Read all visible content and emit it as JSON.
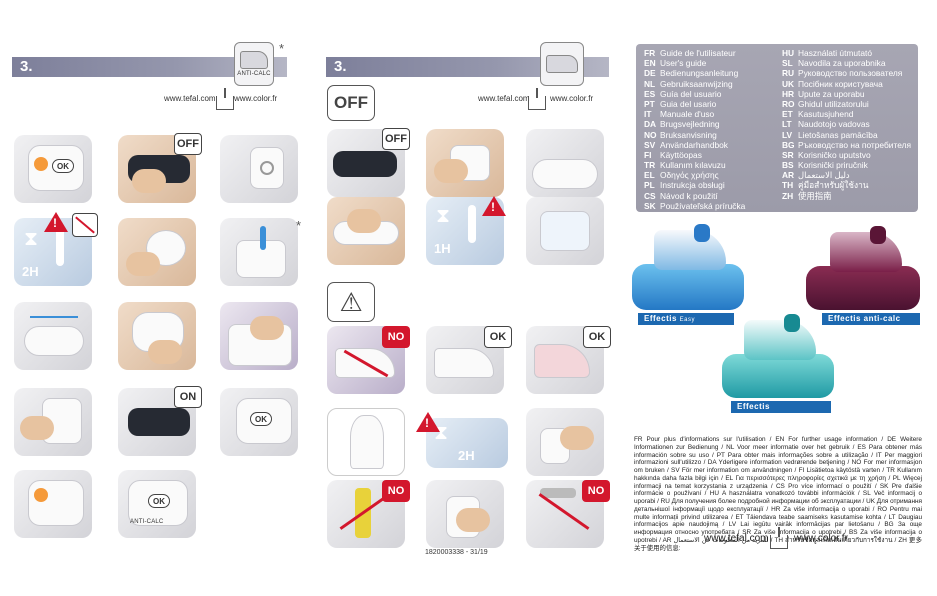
{
  "left_section": {
    "number": "3.",
    "icon_caption": "ANTI-CALC",
    "asterisk": "*",
    "links": [
      "www.tefal.com",
      "www.color.fr"
    ]
  },
  "middle_section": {
    "number": "3.",
    "links": [
      "www.tefal.com",
      "www.color.fr"
    ],
    "off_label": "OFF"
  },
  "panel_labels": {
    "off": "OFF",
    "on": "ON",
    "ok": "OK",
    "no": "NO",
    "two_h": "2H",
    "one_h": "1H",
    "anti_calc_small": "ANTI-CALC"
  },
  "languages_left": [
    {
      "code": "FR",
      "name": "Guide de l'utilisateur"
    },
    {
      "code": "EN",
      "name": "User's guide"
    },
    {
      "code": "DE",
      "name": "Bedienungsanleitung"
    },
    {
      "code": "NL",
      "name": "Gebruiksaanwijzing"
    },
    {
      "code": "ES",
      "name": "Guía del usuario"
    },
    {
      "code": "PT",
      "name": "Guia del usario"
    },
    {
      "code": "IT",
      "name": "Manuale d'uso"
    },
    {
      "code": "DA",
      "name": "Brugsvejledning"
    },
    {
      "code": "NO",
      "name": "Bruksanvisning"
    },
    {
      "code": "SV",
      "name": "Användarhandbok"
    },
    {
      "code": "FI",
      "name": "Käyttöopas"
    },
    {
      "code": "TR",
      "name": "Kullanım kılavuzu"
    },
    {
      "code": "EL",
      "name": "Οδηγός χρήσης"
    },
    {
      "code": "PL",
      "name": "Instrukcja obsługi"
    },
    {
      "code": "CS",
      "name": "Návod k použití"
    },
    {
      "code": "SK",
      "name": "Používateľská príručka"
    }
  ],
  "languages_right": [
    {
      "code": "HU",
      "name": "Használati útmutató"
    },
    {
      "code": "SL",
      "name": "Navodila za uporabnika"
    },
    {
      "code": "RU",
      "name": "Руководство пользователя"
    },
    {
      "code": "UK",
      "name": "Посібник користувача"
    },
    {
      "code": "HR",
      "name": "Upute za uporabu"
    },
    {
      "code": "RO",
      "name": "Ghidul utilizatorului"
    },
    {
      "code": "ET",
      "name": "Kasutusjuhend"
    },
    {
      "code": "LT",
      "name": "Naudotojo vadovas"
    },
    {
      "code": "LV",
      "name": "Lietošanas pamācība"
    },
    {
      "code": "BG",
      "name": "Ръководство на потребителя"
    },
    {
      "code": "SR",
      "name": "Korisničko uputstvo"
    },
    {
      "code": "BS",
      "name": "Korisnički priručnik"
    },
    {
      "code": "AR",
      "name": "دليل الاستعمال"
    },
    {
      "code": "TH",
      "name": "คู่มือสำหรับผู้ใช้งาน"
    },
    {
      "code": "ZH",
      "name": "使用指南"
    }
  ],
  "products": {
    "effectis_easy": {
      "brand": "Effectis",
      "variant": "Easy"
    },
    "effectis_anticalc": {
      "brand": "Effectis",
      "variant": "anti-calc"
    },
    "effectis": {
      "brand": "Effectis",
      "variant": ""
    }
  },
  "info_text": "FR Pour plus d'informations sur l'utilisation / EN For further usage information / DE Weitere Informationen zur Bedienung / NL Voor meer informatie over het gebruik / ES Para obtener más información sobre su uso / PT Para obter mais informações sobre a utilização / IT Per maggiori informazioni sull'utilizzo / DA Yderligere information vedrørende betjening / NO For mer informasjon om bruken / SV För mer information om användningen / FI Lisätietoa käytöstä varten / TR Kullanım hakkında daha fazla bilgi için / EL Για περισσότερες πληροφορίες σχετικά με τη χρήση / PL Więcej informacji na temat korzystania z urządzenia / CS Pro více informací o použití / SK Pre ďalšie informácie o používaní / HU A használatra vonatkozó további információk / SL Več informacij o uporabi / RU Для получения более подробной информации об эксплуатации / UK Для отримання детальнішої інформації щодо експлуатації / HR Za više informacija o uporabi / RO Pentru mai multe informații privind utilizarea / ET Täiendava teabe saamiseks kasutamise kohta / LT Daugiau informacijos apie naudojimą / LV Lai iegūtu vairāk informācijas par lietošanu / BG За още информация относно употребата / SR Za više informacija o upotrebi / BS Za više informacija o upotrebi / AR للمزيد من المعلومات عن الاستعمال / TH สำหรับข้อมูลเพิ่มเติมเกี่ยวกับการใช้งาน / ZH 更多关于使用的信息:",
  "bottom_links": [
    "www.tefal.com",
    "www.color.fr"
  ],
  "doc_code": "1820003338 - 31/19",
  "colors": {
    "section_bar": "#8c8ea5",
    "lang_box": "#a3a2af",
    "no_red": "#d3172d",
    "product_blue": "#1c68b0"
  }
}
